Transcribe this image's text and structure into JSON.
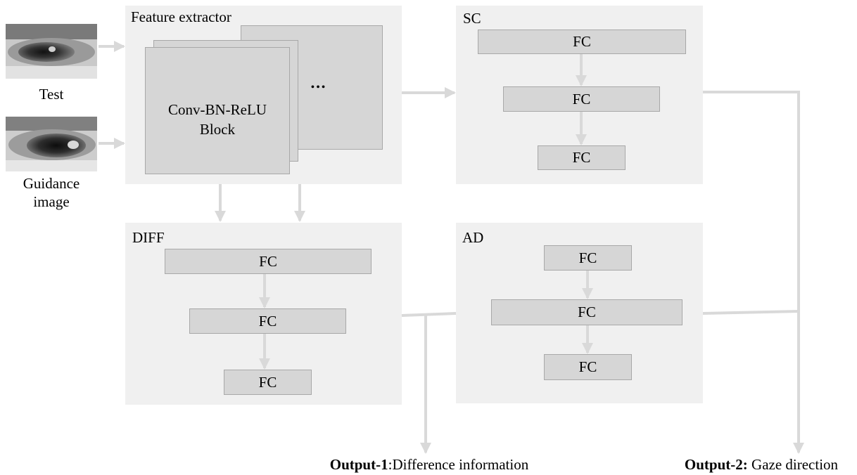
{
  "inputs": {
    "test_label": "Test",
    "guidance_label_line1": "Guidance",
    "guidance_label_line2": "image"
  },
  "feature_extractor": {
    "title": "Feature extractor",
    "block_line1": "Conv-BN-ReLU",
    "block_line2": "Block",
    "ellipsis": "•••"
  },
  "sc": {
    "title": "SC",
    "fc": [
      "FC",
      "FC",
      "FC"
    ]
  },
  "diff": {
    "title": "DIFF",
    "fc": [
      "FC",
      "FC",
      "FC"
    ]
  },
  "ad": {
    "title": "AD",
    "fc": [
      "FC",
      "FC",
      "FC"
    ]
  },
  "outputs": {
    "output1_bold": "Output-1",
    "output1_text": ":Difference information",
    "output2_bold": "Output-2:",
    "output2_text": " Gaze direction"
  },
  "colors": {
    "panel": "#f0f0f0",
    "box": "#d6d6d6",
    "box_border": "#a8a8a8",
    "arrow": "#d9d9d9"
  }
}
